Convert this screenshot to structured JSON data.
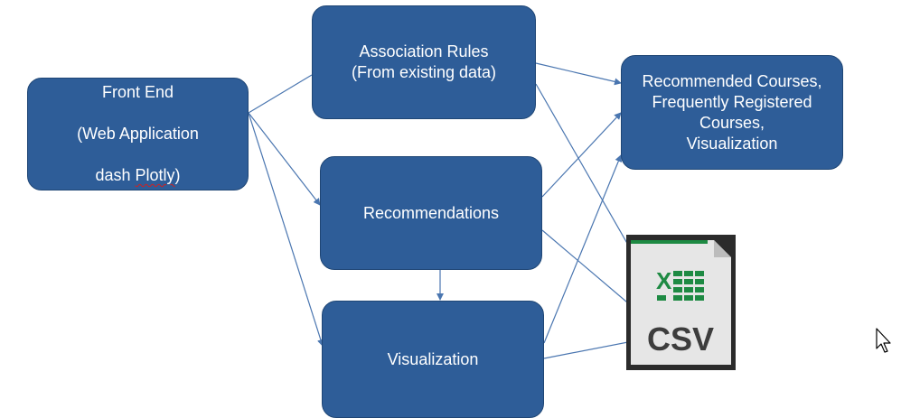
{
  "nodes": {
    "front_end": {
      "line1": "Front End",
      "line2": "(Web Application",
      "line3_pre": "dash ",
      "line3_err": "Plotly",
      "line3_post": ")"
    },
    "association_rules": {
      "text": "Association Rules\n(From existing data)"
    },
    "recommendations": {
      "text": "Recommendations"
    },
    "visualization": {
      "text": "Visualization"
    },
    "outputs": {
      "text": "Recommended Courses,\nFrequently Registered\nCourses,\nVisualization"
    }
  },
  "csv_file": {
    "label": "CSV",
    "icon": "excel-csv-file-icon"
  },
  "edges": [
    {
      "from": "front_end",
      "to": "association_rules",
      "arrow": false
    },
    {
      "from": "front_end",
      "to": "recommendations",
      "arrow": true
    },
    {
      "from": "front_end",
      "to": "visualization",
      "arrow": true
    },
    {
      "from": "association_rules",
      "to": "outputs",
      "arrow": true
    },
    {
      "from": "association_rules",
      "to": "csv_file",
      "arrow": false
    },
    {
      "from": "recommendations",
      "to": "outputs",
      "arrow": true
    },
    {
      "from": "recommendations",
      "to": "csv_file",
      "arrow": false
    },
    {
      "from": "recommendations",
      "to": "visualization",
      "arrow": true
    },
    {
      "from": "visualization",
      "to": "outputs",
      "arrow": true
    },
    {
      "from": "visualization",
      "to": "csv_file",
      "arrow": false
    }
  ],
  "colors": {
    "node_fill": "#2e5d98",
    "edge": "#4a76b0",
    "csv_green": "#1e8a43",
    "csv_text": "#3d3d3d"
  }
}
